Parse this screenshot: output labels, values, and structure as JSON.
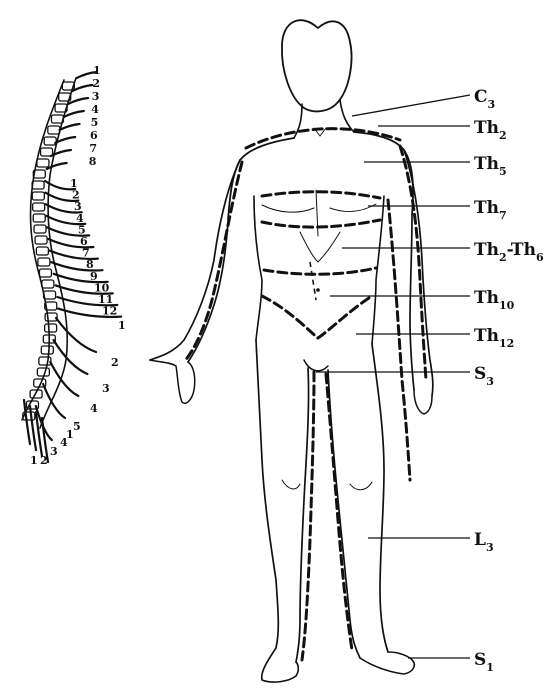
{
  "spine": {
    "cervical": [
      "1",
      "2",
      "3",
      "4",
      "5",
      "6",
      "7",
      "8"
    ],
    "thoracic": [
      "1",
      "2",
      "3",
      "4",
      "5",
      "6",
      "7",
      "8",
      "9",
      "10",
      "11",
      "12"
    ],
    "lumbar": [
      "1",
      "2",
      "3",
      "4",
      "5"
    ],
    "sacral": [
      "1",
      "2",
      "3",
      "4"
    ],
    "sacral_tail_b": "1"
  },
  "labels": [
    {
      "main": "C",
      "sub": "3"
    },
    {
      "main": "Th",
      "sub": "2"
    },
    {
      "main": "Th",
      "sub": "5"
    },
    {
      "main": "Th",
      "sub": "7"
    },
    {
      "main": "Th",
      "sub": "2",
      "mid": "-Th",
      "sub2": "6"
    },
    {
      "main": "Th",
      "sub": "10"
    },
    {
      "main": "Th",
      "sub": "12"
    },
    {
      "main": "S",
      "sub": "3"
    },
    {
      "main": "L",
      "sub": "3"
    },
    {
      "main": "S",
      "sub": "1"
    }
  ]
}
